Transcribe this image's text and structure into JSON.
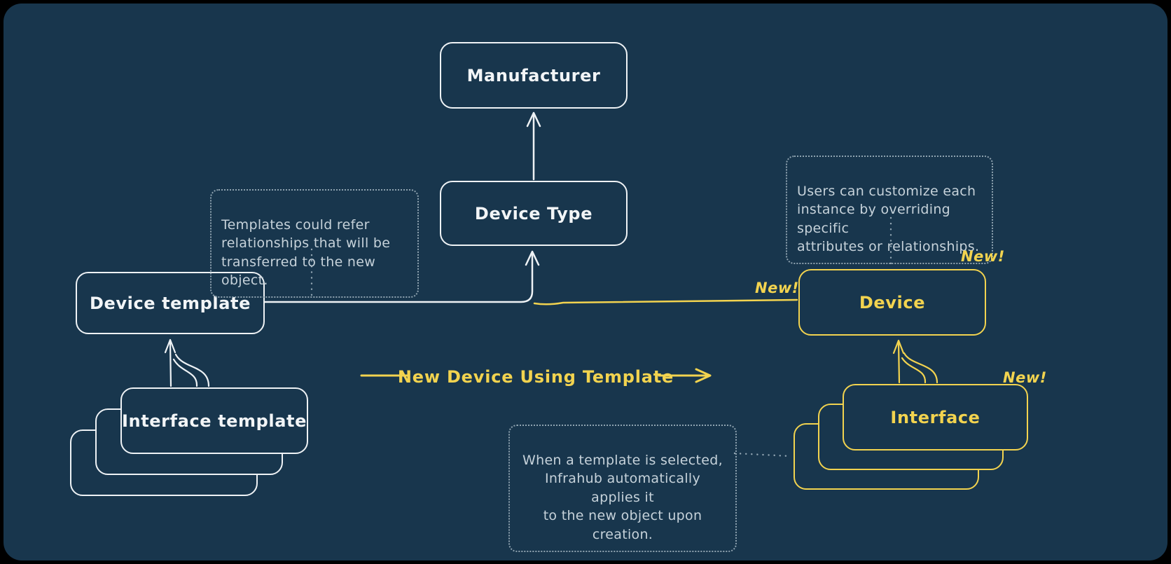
{
  "colors": {
    "background": "#18364d",
    "outer_frame": "#000000",
    "node_stroke_white": "#eef2f5",
    "node_stroke_yellow": "#f2d34f",
    "annotation_text": "#c6d2da",
    "annotation_border": "#8fa3b0"
  },
  "nodes": {
    "manufacturer": {
      "label": "Manufacturer"
    },
    "device_type": {
      "label": "Device Type"
    },
    "device_template": {
      "label": "Device template"
    },
    "interface_template": {
      "label": "Interface template"
    },
    "device": {
      "label": "Device"
    },
    "interface": {
      "label": "Interface"
    }
  },
  "labels": {
    "flow": "New Device Using Template",
    "new": "New!"
  },
  "annotations": {
    "templates_refer": "Templates could refer\nrelationships that will be\ntransferred to the new object.",
    "users_customize": "Users can customize each\ninstance by overriding specific\nattributes or relationships.",
    "template_selected": "When a template is selected,\nInfrahub automatically applies it\nto the new object upon creation."
  }
}
